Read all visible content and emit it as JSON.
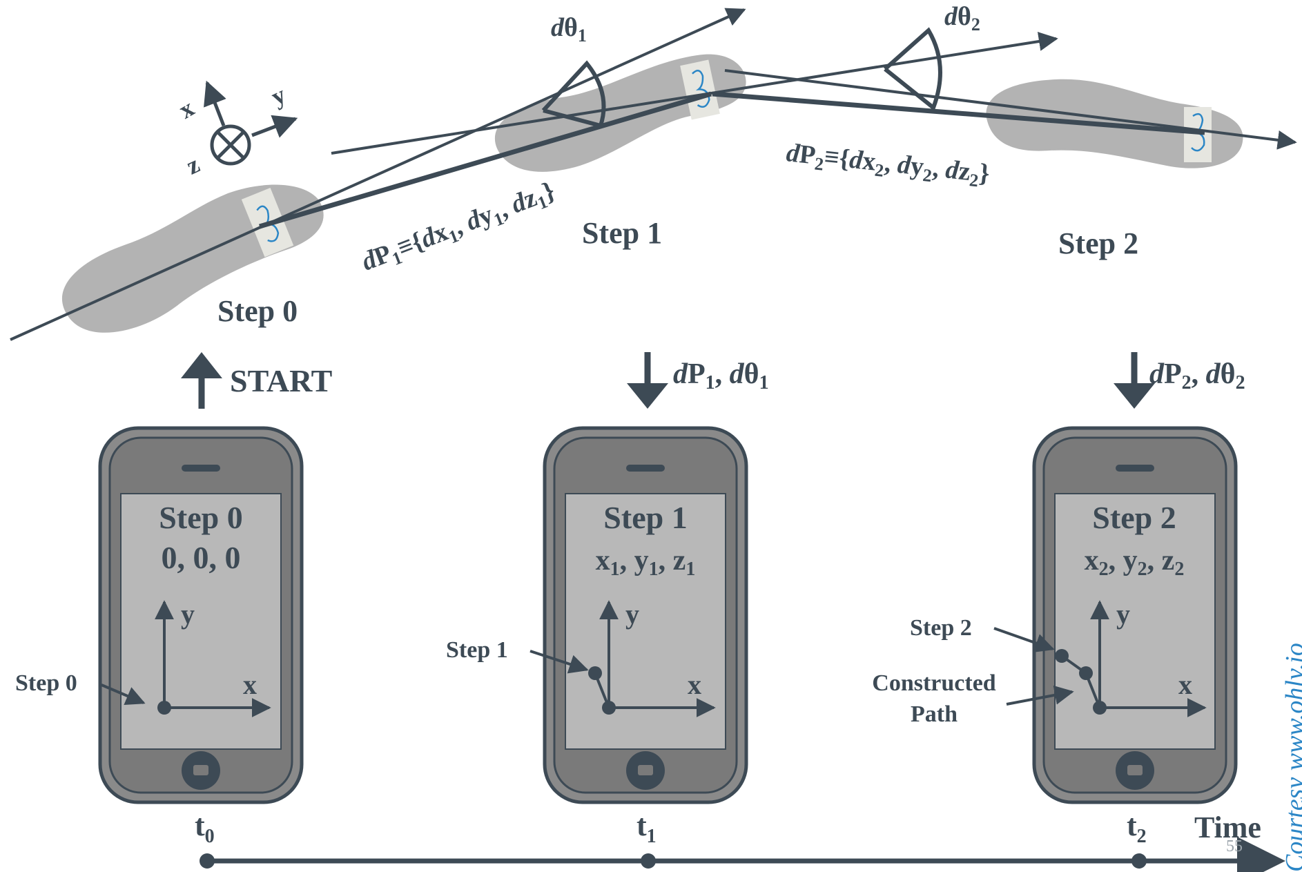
{
  "steps": [
    {
      "label": "Step 0",
      "coords": "0, 0, 0",
      "time": "t",
      "time_sub": "0"
    },
    {
      "label": "Step 1",
      "coords_parts": [
        "x",
        "1",
        ", y",
        "1",
        ", z",
        "1"
      ],
      "time": "t",
      "time_sub": "1"
    },
    {
      "label": "Step 2",
      "coords_parts": [
        "x",
        "2",
        ", y",
        "2",
        ", z",
        "2"
      ],
      "time": "t",
      "time_sub": "2"
    }
  ],
  "footprints": {
    "step0": "Step 0",
    "step1": "Step 1",
    "step2": "Step 2"
  },
  "angles": {
    "d": "d",
    "theta": "θ",
    "sub1": "1",
    "sub2": "2"
  },
  "dp1": {
    "d": "d",
    "P": "P",
    "sub": "1",
    "equiv": "≡{",
    "dx": "d",
    "x": "x",
    "dy": "d",
    "y": "y",
    "dz": "d",
    "z": "z",
    "close": "}"
  },
  "dp2": {
    "d": "d",
    "P": "P",
    "sub": "2",
    "equiv": "≡{",
    "dx": "d",
    "x": "x",
    "dy": "d",
    "y": "y",
    "dz": "d",
    "z": "z",
    "close": "}"
  },
  "sensor_axes": {
    "x": "x",
    "y": "y",
    "z": "z"
  },
  "start_label": "START",
  "arrow_labels": [
    {
      "d1": "d",
      "P": "P",
      "sub": "1",
      "comma": ", ",
      "d2": "d",
      "theta": "θ",
      "sub2": "1"
    },
    {
      "d1": "d",
      "P": "P",
      "sub": "2",
      "comma": ", ",
      "d2": "d",
      "theta": "θ",
      "sub2": "2"
    }
  ],
  "axis_labels": {
    "x": "x",
    "y": "y"
  },
  "callouts": {
    "step0": "Step 0",
    "step1": "Step 1",
    "step2": "Step 2",
    "constructed_1": "Constructed",
    "constructed_2": "Path"
  },
  "timeline": {
    "label": "Time"
  },
  "page_number": "55",
  "courtesy": "Courtesy www.ohly.io",
  "colors": {
    "ink": "#3d4a55",
    "shoe": "#b3b3b3",
    "screen": "#b8b8b8",
    "phone_body": "#8a8a8a",
    "accent_blue": "#2b86c6"
  }
}
